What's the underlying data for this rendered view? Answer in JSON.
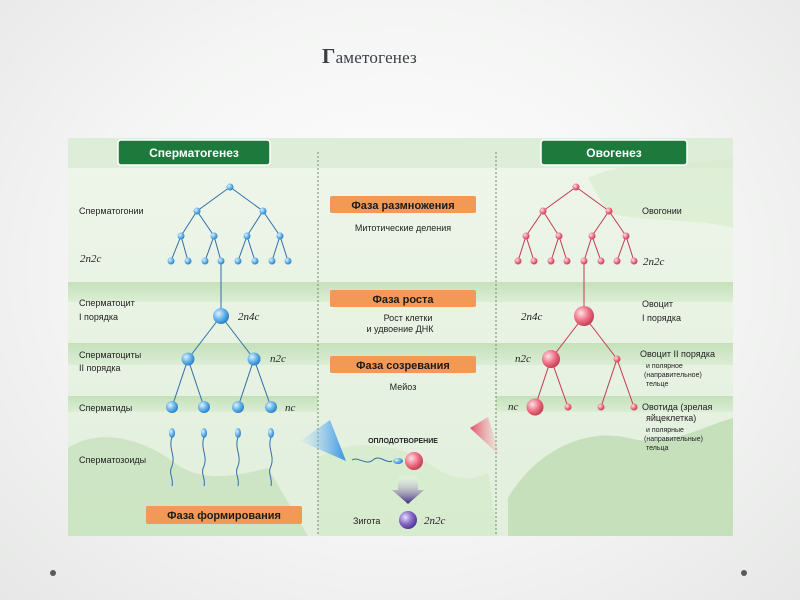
{
  "slide": {
    "title_first_letter": "Г",
    "title_rest": "аметогенез"
  },
  "diagram": {
    "left_header": "Сперматогенез",
    "right_header": "Овогенез",
    "phases": [
      {
        "label": "Фаза размножения",
        "note": "Митотические деления"
      },
      {
        "label": "Фаза роста",
        "note_line1": "Рост клетки",
        "note_line2": "и удвоение ДНК"
      },
      {
        "label": "Фаза созревания",
        "note": "Мейоз"
      },
      {
        "label": "Фаза формирования"
      }
    ],
    "left_labels": {
      "spermatogonia": "Сперматогонии",
      "ploidy_2n2c": "2n2c",
      "spermatocyte1_line1": "Сперматоцит",
      "spermatocyte1_line2": "I порядка",
      "ploidy_2n4c": "2n4c",
      "spermatocyte2_line1": "Сперматоциты",
      "spermatocyte2_line2": "II порядка",
      "ploidy_n2c": "n2c",
      "spermatids": "Сперматиды",
      "ploidy_nc": "nc",
      "spermatozoa": "Сперматозоиды"
    },
    "right_labels": {
      "oogonia": "Овогонии",
      "ploidy_2n2c": "2n2c",
      "ploidy_2n4c": "2n4c",
      "oocyte1_line1": "Овоцит",
      "oocyte1_line2": "I порядка",
      "ploidy_n2c": "n2c",
      "oocyte2_line1": "Овоцит II порядка",
      "oocyte2_line2": "и полярное",
      "oocyte2_line3": "(направительное)",
      "oocyte2_line4": "тельце",
      "ploidy_nc": "nc",
      "ootid_line1": "Овотида (зрелая",
      "ootid_line2": "яйцеклетка)",
      "ootid_line3": "и полярные",
      "ootid_line4": "(направительные)",
      "ootid_line5": "тельца"
    },
    "fertilization": "ОПЛОДОТВОРЕНИЕ",
    "zygote_label": "Зигота",
    "zygote_ploidy": "2n2c"
  },
  "colors": {
    "header_green": "#1e7a3c",
    "phase_orange": "#f29a55",
    "male_cell": "#5aaee8",
    "female_cell": "#e8657a",
    "zygote": "#7a5bb5",
    "panel_green": "#cfe8c6"
  }
}
